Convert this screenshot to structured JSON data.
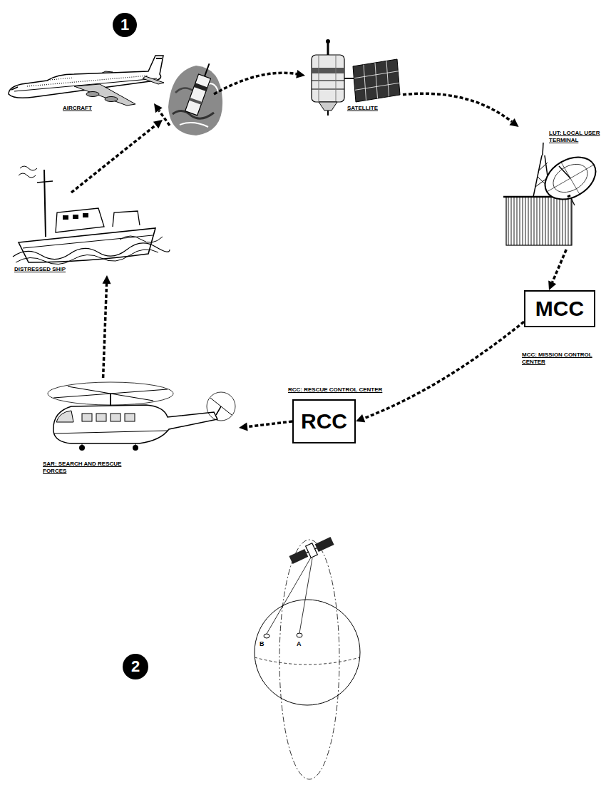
{
  "diagram": {
    "nodes": [
      {
        "text": [
          "AIRCRAFT"
        ]
      },
      {
        "text": [
          "SATELLITE"
        ]
      },
      {
        "text": [
          "LUT: LOCAL USER TERMINAL"
        ]
      },
      {
        "text": [
          "MCC",
          "MCC: MISSION CONTROL CENTER"
        ]
      },
      {
        "text": [
          "RCC",
          "RCC: RESCUE CONTROL CENTER"
        ]
      },
      {
        "text": [
          "SAR: SEARCH AND RESCUE FORCES"
        ]
      },
      {
        "text": [
          "DISTRESSED SHIP"
        ]
      }
    ],
    "edges": [
      {
        "from": 1,
        "to": 2,
        "arrow": "to"
      },
      {
        "from": 2,
        "to": 3,
        "arrow": "to"
      },
      {
        "from": 3,
        "to": 4,
        "arrow": "to"
      },
      {
        "from": 4,
        "to": 5,
        "arrow": "to"
      },
      {
        "from": 5,
        "to": 6,
        "arrow": "to"
      }
    ],
    "labels": [
      "1",
      "2",
      "B",
      "A"
    ]
  }
}
